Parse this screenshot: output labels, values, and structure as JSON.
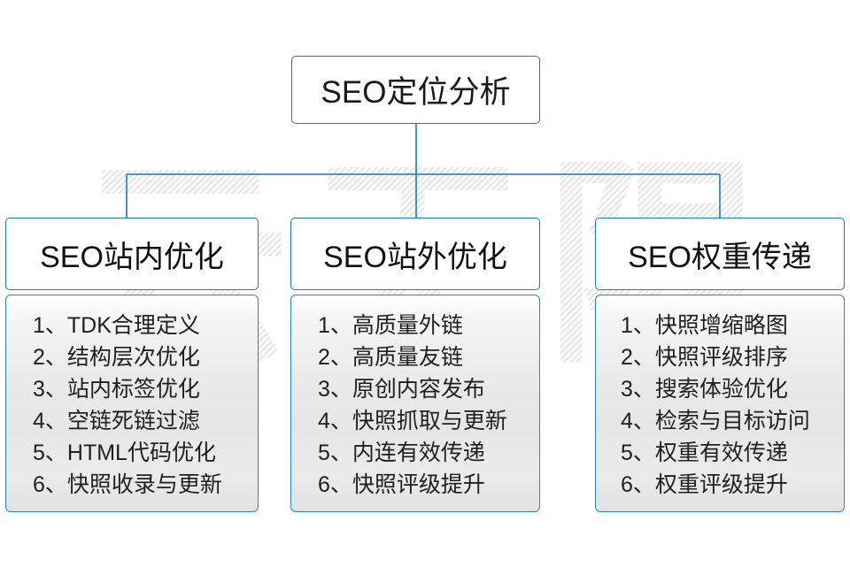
{
  "watermark": {
    "text": "云无限"
  },
  "colors": {
    "border_blue": "#1878c0",
    "body_border_blue": "#2a85c8",
    "text_dark": "#1a1a1a",
    "body_gradient_top": "#ffffff",
    "body_gradient_mid": "#e6e6e6",
    "watermark_gray": "#e4e4e4"
  },
  "root": {
    "title": "SEO定位分析"
  },
  "columns": [
    {
      "header": "SEO站内优化",
      "items": [
        "1、TDK合理定义",
        "2、结构层次优化",
        "3、站内标签优化",
        "4、空链死链过滤",
        "5、HTML代码优化",
        "6、快照收录与更新"
      ]
    },
    {
      "header": "SEO站外优化",
      "items": [
        "1、高质量外链",
        "2、高质量友链",
        "3、原创内容发布",
        "4、快照抓取与更新",
        "5、内连有效传递",
        "6、快照评级提升"
      ]
    },
    {
      "header": "SEO权重传递",
      "items": [
        "1、快照增缩略图",
        "2、快照评级排序",
        "3、搜索体验优化",
        "4、检索与目标访问",
        "5、权重有效传递",
        "6、权重评级提升"
      ]
    }
  ]
}
